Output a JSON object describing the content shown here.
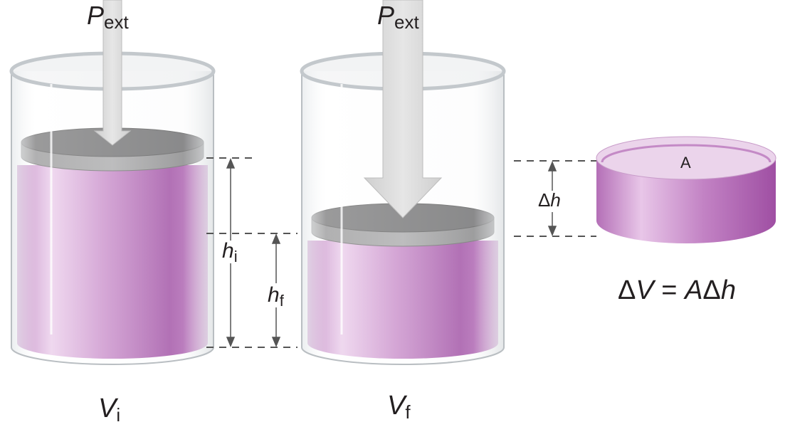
{
  "pressure_label": {
    "symbol": "P",
    "subscript": "ext"
  },
  "cylinder_initial": {
    "volume_symbol": "V",
    "volume_subscript": "i"
  },
  "cylinder_final": {
    "volume_symbol": "V",
    "volume_subscript": "f"
  },
  "heights": {
    "initial": {
      "symbol": "h",
      "subscript": "i"
    },
    "final": {
      "symbol": "h",
      "subscript": "f"
    },
    "delta": {
      "delta": "Δ",
      "symbol": "h"
    }
  },
  "slab": {
    "area_label": "A"
  },
  "equation": {
    "lhs_delta": "Δ",
    "lhs_symbol": "V",
    "equals": " = ",
    "rhs_area": "A",
    "rhs_delta": "Δ",
    "rhs_symbol": "h"
  },
  "colors": {
    "liquid": "#a450a8",
    "liquid_light": "#e6c3e6",
    "piston": "#6f6f70",
    "glass": "#d8dde0",
    "arrow": "#d9d9d9",
    "guide": "#555555"
  }
}
